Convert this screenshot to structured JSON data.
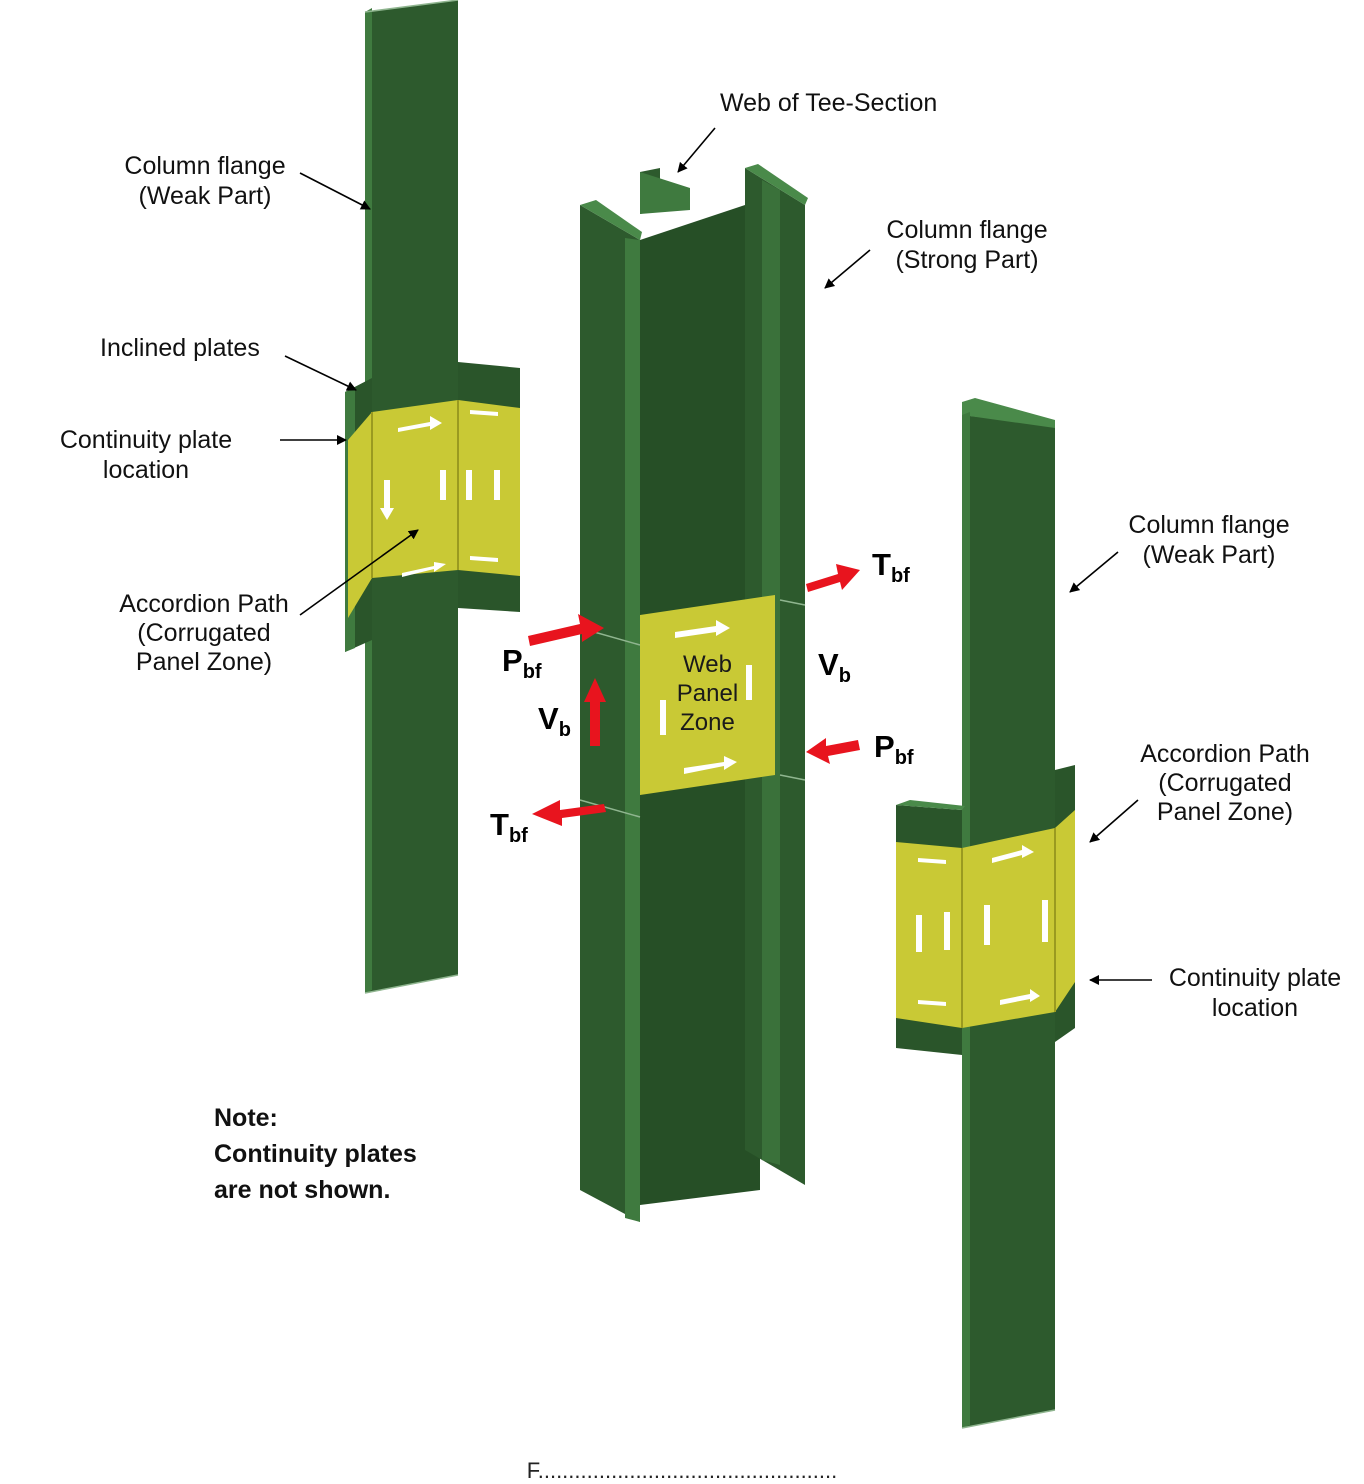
{
  "labels": {
    "web_of_tee": "Web of Tee-Section",
    "col_flange_weak_left_1": "Column flange",
    "col_flange_weak_left_2": "(Weak Part)",
    "col_flange_strong_1": "Column flange",
    "col_flange_strong_2": "(Strong Part)",
    "inclined_plates": "Inclined plates",
    "continuity_left_1": "Continuity plate",
    "continuity_left_2": "location",
    "accordion_left_1": "Accordion Path",
    "accordion_left_2": "(Corrugated",
    "accordion_left_3": "Panel Zone)",
    "col_flange_weak_right_1": "Column flange",
    "col_flange_weak_right_2": "(Weak Part)",
    "accordion_right_1": "Accordion Path",
    "accordion_right_2": "(Corrugated",
    "accordion_right_3": "Panel Zone)",
    "continuity_right_1": "Continuity plate",
    "continuity_right_2": "location",
    "web_panel_1": "Web",
    "web_panel_2": "Panel",
    "web_panel_3": "Zone"
  },
  "forces": {
    "T": "T",
    "bf": "bf",
    "P": "P",
    "V": "V",
    "b": "b"
  },
  "note": {
    "line1": "Note:",
    "line2": "Continuity plates",
    "line3": "are not shown."
  },
  "caption": "F.................................................",
  "colors": {
    "steel": "#2e5a2e",
    "steel_side": "#3e7a3e",
    "steel_dark": "#244824",
    "panel_zone": "#c8c832",
    "force_arrow": "#e8141e"
  }
}
